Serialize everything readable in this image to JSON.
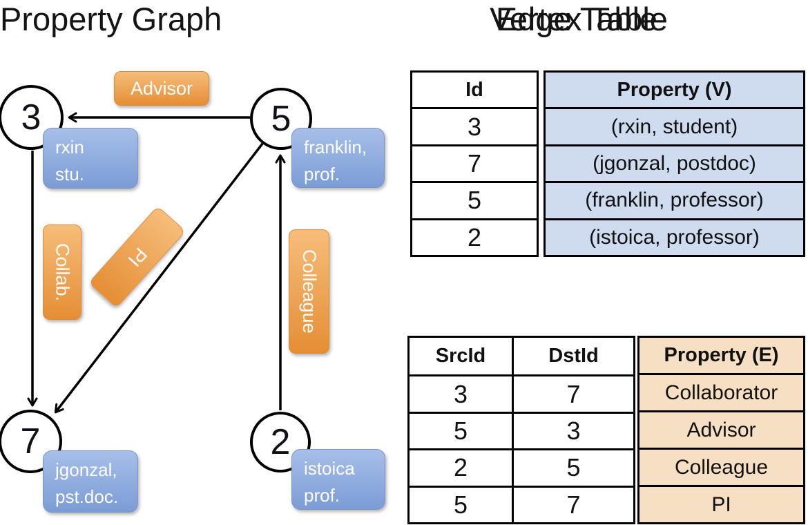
{
  "panel": {
    "graph_title": "Property Graph",
    "vertex_table_title": "Vertex Table",
    "edge_table_title": "Edge Table"
  },
  "graph": {
    "nodes": {
      "n3": {
        "id": "3",
        "prop_line1": "rxin",
        "prop_line2": "stu."
      },
      "n5": {
        "id": "5",
        "prop_line1": "franklin,",
        "prop_line2": "prof."
      },
      "n7": {
        "id": "7",
        "prop_line1": "jgonzal,",
        "prop_line2": "pst.doc."
      },
      "n2": {
        "id": "2",
        "prop_line1": "istoica",
        "prop_line2": "prof."
      }
    },
    "edge_labels": {
      "advisor": "Advisor",
      "collab": "Collab.",
      "pi": "PI",
      "colleague": "Colleague"
    }
  },
  "vertex_table": {
    "headers": {
      "id": "Id",
      "property": "Property (V)"
    },
    "rows": [
      {
        "id": "3",
        "property": "(rxin, student)"
      },
      {
        "id": "7",
        "property": "(jgonzal, postdoc)"
      },
      {
        "id": "5",
        "property": "(franklin, professor)"
      },
      {
        "id": "2",
        "property": "(istoica, professor)"
      }
    ]
  },
  "edge_table": {
    "headers": {
      "src": "SrcId",
      "dst": "DstId",
      "property": "Property (E)"
    },
    "rows": [
      {
        "src": "3",
        "dst": "7",
        "property": "Collaborator"
      },
      {
        "src": "5",
        "dst": "3",
        "property": "Advisor"
      },
      {
        "src": "2",
        "dst": "5",
        "property": "Colleague"
      },
      {
        "src": "5",
        "dst": "7",
        "property": "PI"
      }
    ]
  },
  "colors": {
    "edge_label_fill_top": "#F6BD7A",
    "edge_label_fill_bottom": "#E58E35",
    "vertex_box_fill_top": "#A7BFE9",
    "vertex_box_fill_bottom": "#7B9CD6",
    "vertex_property_cell_bg": "#CFDCF0",
    "edge_property_cell_bg": "#F7DFC4",
    "edge_stroke": "#000000"
  }
}
